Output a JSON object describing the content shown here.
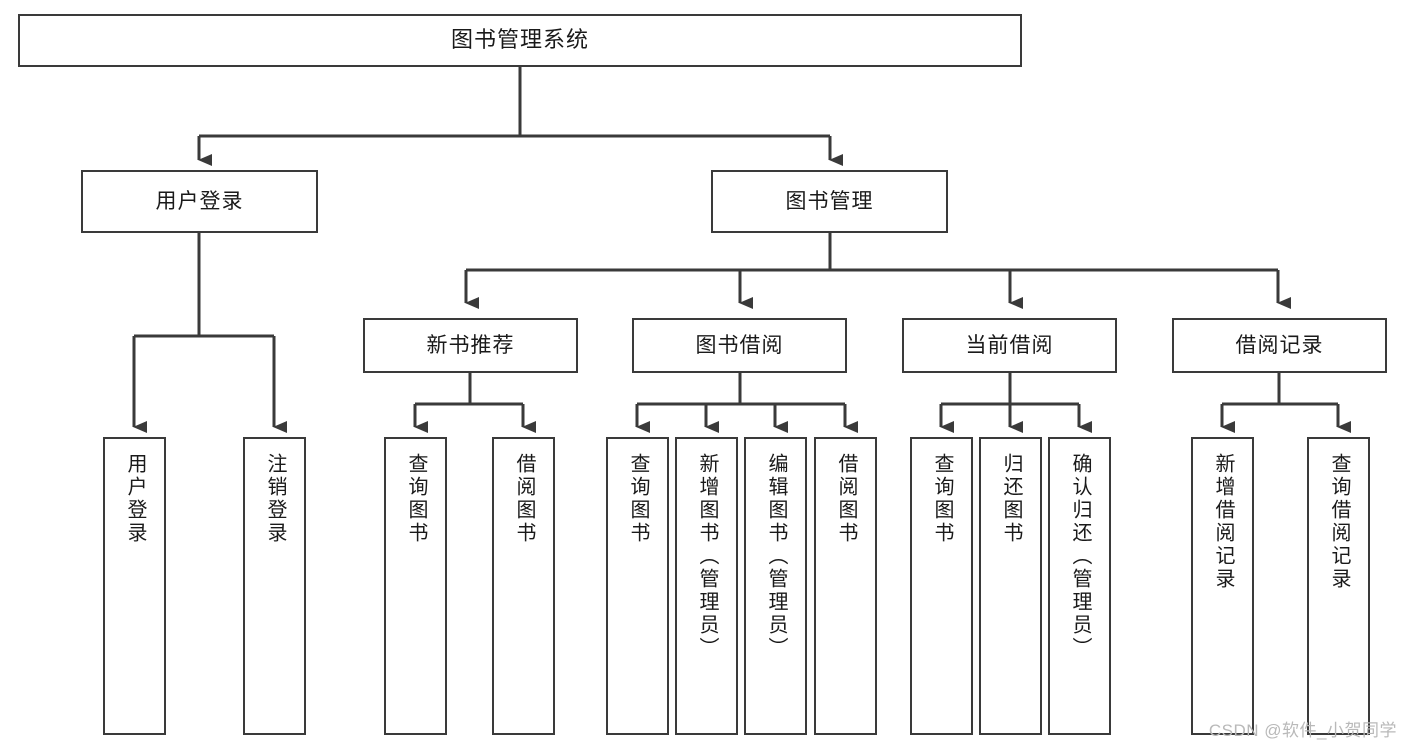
{
  "diagram": {
    "type": "tree-hierarchy",
    "title": "图书管理系统",
    "orientation": "top-down",
    "colors": {
      "box_border": "#3a3a3a",
      "box_fill": "#ffffff",
      "edge": "#3a3a3a",
      "text": "#1a1a1a",
      "watermark": "#b9b9b9",
      "background": "#ffffff"
    },
    "root": {
      "label": "图书管理系统"
    },
    "level2": [
      {
        "id": "user-login",
        "label": "用户登录"
      },
      {
        "id": "book-manage",
        "label": "图书管理"
      }
    ],
    "level3": [
      {
        "id": "new-book-recommend",
        "label": "新书推荐",
        "parent": "book-manage"
      },
      {
        "id": "book-borrow",
        "label": "图书借阅",
        "parent": "book-manage"
      },
      {
        "id": "current-borrow",
        "label": "当前借阅",
        "parent": "book-manage"
      },
      {
        "id": "borrow-record",
        "label": "借阅记录",
        "parent": "book-manage"
      }
    ],
    "leaves": [
      {
        "id": "leaf-user-login",
        "label": "用户登录",
        "parent": "user-login"
      },
      {
        "id": "leaf-logout",
        "label": "注销登录",
        "parent": "user-login"
      },
      {
        "id": "leaf-query-book-1",
        "label": "查询图书",
        "parent": "new-book-recommend"
      },
      {
        "id": "leaf-borrow-book-1",
        "label": "借阅图书",
        "parent": "new-book-recommend"
      },
      {
        "id": "leaf-query-book-2",
        "label": "查询图书",
        "parent": "book-borrow"
      },
      {
        "id": "leaf-add-book",
        "label": "新增图书（管理员）",
        "parent": "book-borrow"
      },
      {
        "id": "leaf-edit-book",
        "label": "编辑图书（管理员）",
        "parent": "book-borrow"
      },
      {
        "id": "leaf-borrow-book-2",
        "label": "借阅图书",
        "parent": "book-borrow"
      },
      {
        "id": "leaf-query-book-3",
        "label": "查询图书",
        "parent": "current-borrow"
      },
      {
        "id": "leaf-return-book",
        "label": "归还图书",
        "parent": "current-borrow"
      },
      {
        "id": "leaf-confirm-return",
        "label": "确认归还（管理员）",
        "parent": "current-borrow"
      },
      {
        "id": "leaf-add-record",
        "label": "新增借阅记录",
        "parent": "borrow-record"
      },
      {
        "id": "leaf-query-record",
        "label": "查询借阅记录",
        "parent": "borrow-record"
      }
    ],
    "watermark": "CSDN @软件_小贺同学"
  }
}
